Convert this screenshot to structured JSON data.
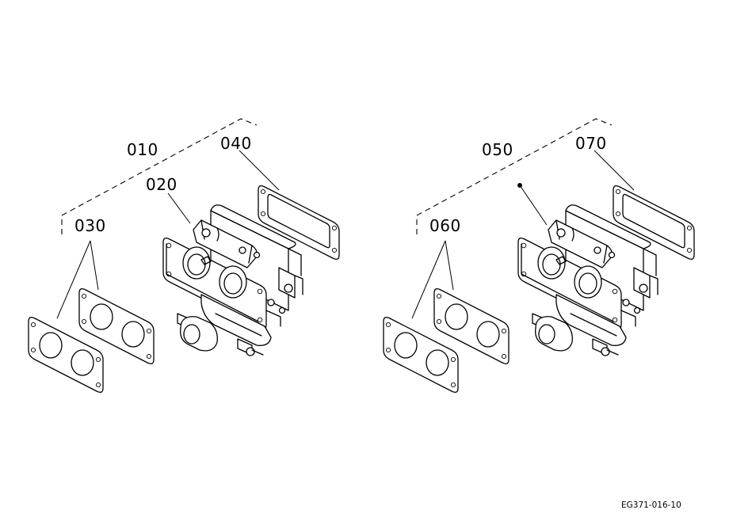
{
  "labels": {
    "left_assembly": "010",
    "left_carburetor": "020",
    "left_insulator_gasket": "030",
    "left_air_gasket": "040",
    "right_assembly": "050",
    "right_insulator_gasket": "060",
    "right_air_gasket": "070"
  },
  "drawing_code": "EG371-016-10"
}
